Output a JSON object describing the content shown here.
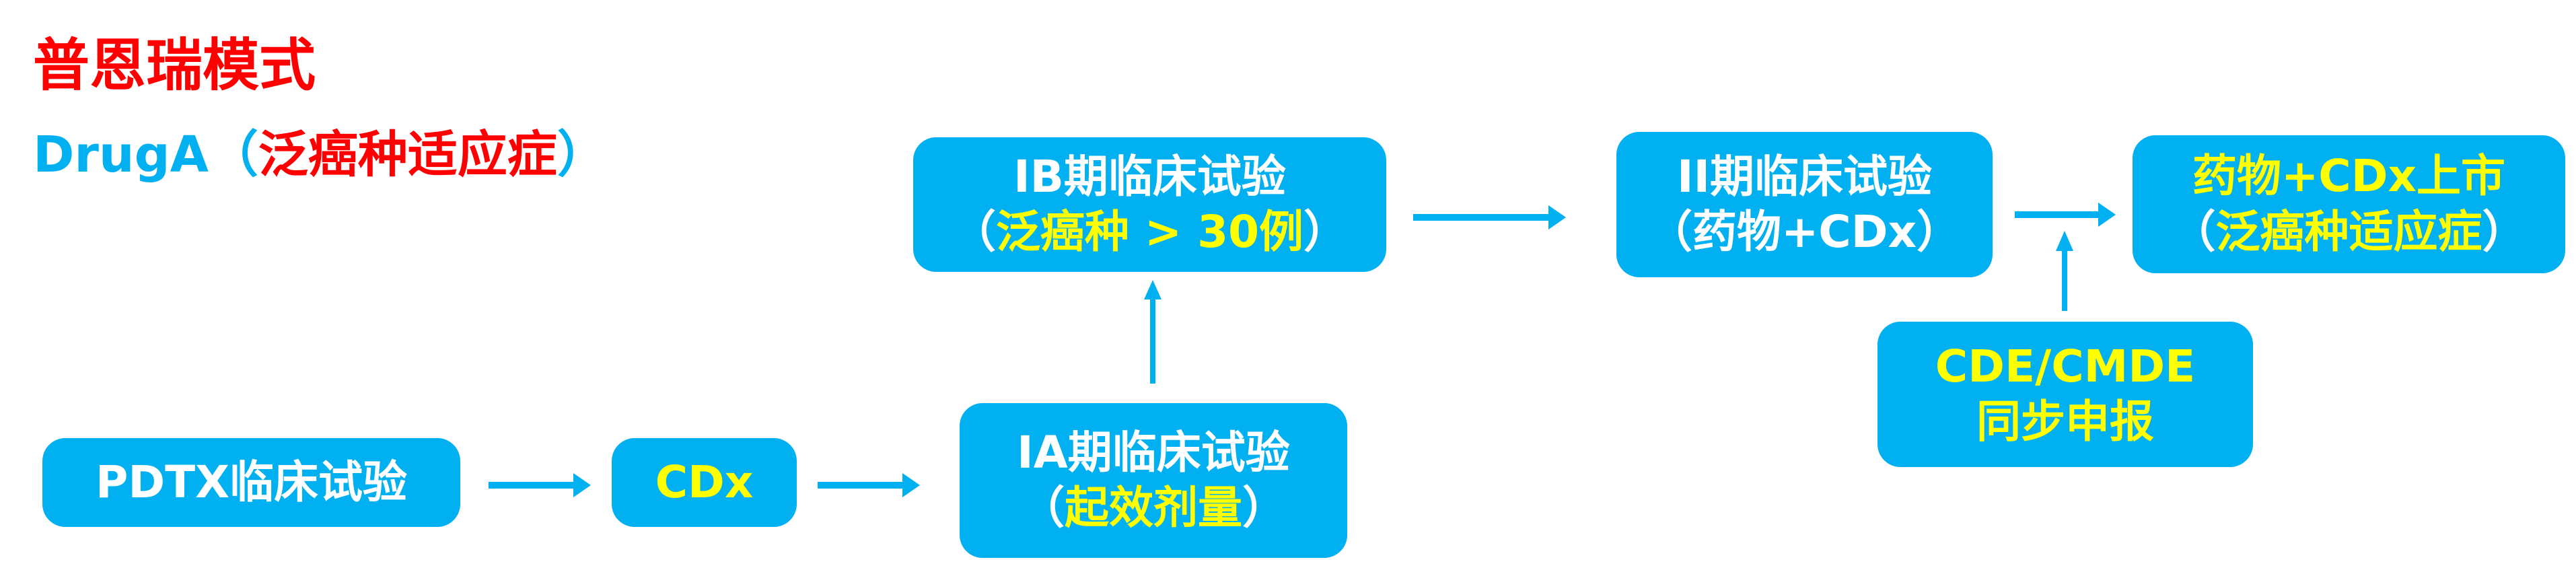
{
  "title": "普恩瑞模式",
  "subtitle": {
    "drug": "DrugA",
    "open_paren": "（",
    "indication": "泛癌种适应症",
    "close_paren": "）"
  },
  "boxes": {
    "pdtx": {
      "line1": "PDTX临床试验"
    },
    "cdx": {
      "line1": "CDx"
    },
    "phase_ia": {
      "line1": "IA期临床试验",
      "open": "（",
      "detail": "起效剂量",
      "close": "）"
    },
    "phase_ib": {
      "line1": "IB期临床试验",
      "open": "（",
      "detail": "泛癌种 > 30例",
      "close": "）"
    },
    "phase_ii": {
      "line1": "II期临床试验",
      "line2": "（药物+CDx）"
    },
    "market": {
      "line1": "药物+CDx上市",
      "open": "（",
      "detail": "泛癌种适应症",
      "close": "）"
    },
    "cde": {
      "line1": "CDE/CMDE",
      "line2": "同步申报"
    }
  },
  "colors": {
    "box": "#00B0F0",
    "highlight": "#FFFF00",
    "title": "#FF0000"
  }
}
